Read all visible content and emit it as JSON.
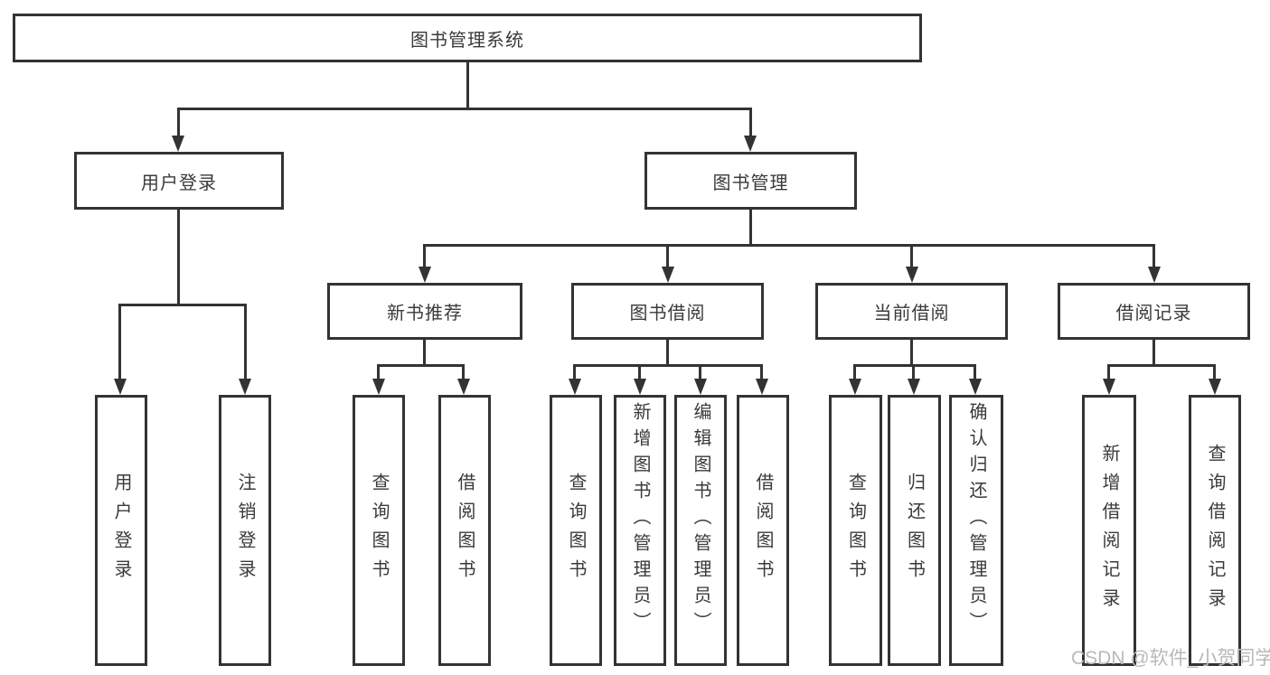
{
  "diagram": {
    "root": {
      "label": "图书管理系统"
    },
    "user_login": {
      "label": "用户登录",
      "children": [
        {
          "label": "用户登录"
        },
        {
          "label": "注销登录"
        }
      ]
    },
    "book_management": {
      "label": "图书管理",
      "modules": [
        {
          "label": "新书推荐",
          "children": [
            {
              "label": "查询图书"
            },
            {
              "label": "借阅图书"
            }
          ]
        },
        {
          "label": "图书借阅",
          "children": [
            {
              "label": "查询图书"
            },
            {
              "label": "新增图书（管理员）"
            },
            {
              "label": "编辑图书（管理员）"
            },
            {
              "label": "借阅图书"
            }
          ]
        },
        {
          "label": "当前借阅",
          "children": [
            {
              "label": "查询图书"
            },
            {
              "label": "归还图书"
            },
            {
              "label": "确认归还（管理员）"
            }
          ]
        },
        {
          "label": "借阅记录",
          "children": [
            {
              "label": "新增借阅记录"
            },
            {
              "label": "查询借阅记录"
            }
          ]
        }
      ]
    }
  },
  "watermark": {
    "text": "CSDN @软件_小贺同学"
  },
  "colors": {
    "line": "#333333",
    "text": "#3a3a3a",
    "watermark": "#b9b9b9",
    "background": "#ffffff"
  }
}
